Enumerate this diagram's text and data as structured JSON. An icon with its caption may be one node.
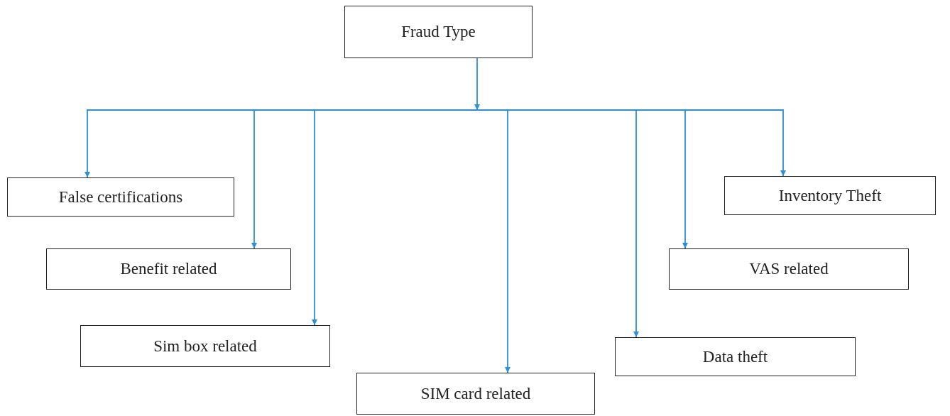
{
  "diagram": {
    "nodes": [
      {
        "text": [
          "Fraud Type"
        ]
      },
      {
        "text": [
          "False certifications"
        ]
      },
      {
        "text": [
          "Benefit related"
        ]
      },
      {
        "text": [
          "Sim box related"
        ]
      },
      {
        "text": [
          "SIM card related"
        ]
      },
      {
        "text": [
          "Data theft"
        ]
      },
      {
        "text": [
          "VAS related"
        ]
      },
      {
        "text": [
          "Inventory Theft"
        ]
      }
    ],
    "edges": [
      {
        "from": 0,
        "to": 1,
        "arrow": "to"
      },
      {
        "from": 0,
        "to": 2,
        "arrow": "to"
      },
      {
        "from": 0,
        "to": 3,
        "arrow": "to"
      },
      {
        "from": 0,
        "to": 4,
        "arrow": "to"
      },
      {
        "from": 0,
        "to": 5,
        "arrow": "to"
      },
      {
        "from": 0,
        "to": 6,
        "arrow": "to"
      },
      {
        "from": 0,
        "to": 7,
        "arrow": "to"
      }
    ]
  }
}
